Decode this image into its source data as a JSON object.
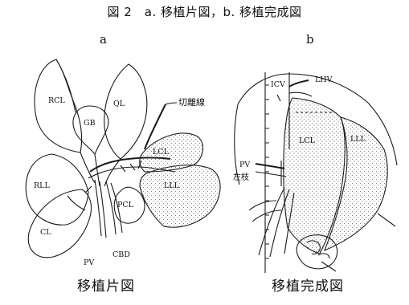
{
  "figure": {
    "caption": "図 2　a. 移植片図，b. 移植完成図",
    "panel_a": {
      "letter": "a",
      "subcaption": "移植片図",
      "labels": {
        "rcl": "RCL",
        "ql": "QL",
        "gb": "GB",
        "cut_line": "切離線",
        "lcl": "LCL",
        "lll": "LLL",
        "rll": "RLL",
        "pcl": "PCL",
        "cl": "CL",
        "pv": "PV",
        "cbd": "CBD"
      }
    },
    "panel_b": {
      "letter": "b",
      "subcaption": "移植完成図",
      "labels": {
        "icv": "ICV",
        "lhv": "LHV",
        "lcl": "LCL",
        "lll": "LLL",
        "pv": "PV",
        "left_branch": "左枝"
      }
    }
  }
}
